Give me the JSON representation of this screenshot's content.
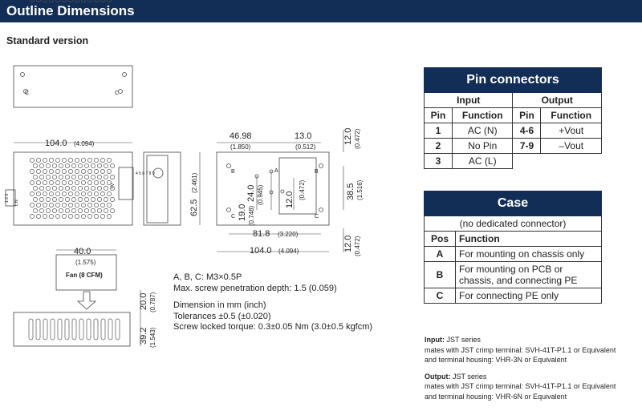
{
  "header": {
    "title": "Outline Dimensions",
    "subtitle": "Standard version"
  },
  "drawing": {
    "top_view": {
      "label_c_left": "C",
      "label_c_right": "C"
    },
    "front_view": {
      "width_mm": "104.0",
      "width_in": "(4.094)",
      "port_a_text": "+V",
      "port_b_text": "L N",
      "pins_left": "1 2 3",
      "pins_right": "4 5 6 7 8 9"
    },
    "side_view": {
      "height_mm": "62.5",
      "height_in": "(2.461)"
    },
    "bottom_view": {
      "dim_46_98": "46.98",
      "dim_46_98_in": "(1.850)",
      "dim_13_0": "13.0",
      "dim_13_0_in": "(0.512)",
      "dim_12_0_top": "12.0",
      "dim_12_0_top_in": "(0.472)",
      "dim_24_0": "24.0",
      "dim_24_0_in": "(0.945)",
      "dim_19_0": "19.0",
      "dim_19_0_in": "(0.748)",
      "dim_12_0_mid": "12.0",
      "dim_12_0_mid_in": "(0.472)",
      "dim_38_5": "38.5",
      "dim_38_5_in": "(1.516)",
      "dim_81_8": "81.8",
      "dim_81_8_in": "(3.220)",
      "dim_104_0": "104.0",
      "dim_104_0_in": "(4.094)",
      "dim_12_0_bot": "12.0",
      "dim_12_0_bot_in": "(0.472)",
      "hole_a": "A",
      "hole_b": "B",
      "hole_c": "C"
    },
    "fan_view": {
      "dim_40_0": "40.0",
      "dim_40_0_in": "(1.575)",
      "fan_label": "Fan (8 CFM)",
      "dim_20_0": "20.0",
      "dim_20_0_in": "(0.787)",
      "dim_39_2": "39.2",
      "dim_39_2_in": "(1.543)"
    }
  },
  "specs": {
    "screw": "A, B, C: M3×0.5P",
    "penetration": "Max. screw penetration depth: 1.5 (0.059)",
    "dimension_unit": "Dimension in mm (inch)",
    "tolerance": "Tolerances ±0.5 (±0.020)",
    "torque": "Screw locked torque: 0.3±0.05 Nm (3.0±0.5 kgfcm)"
  },
  "pin_connectors": {
    "title": "Pin connectors",
    "input_header": "Input",
    "output_header": "Output",
    "col_pin": "Pin",
    "col_function": "Function",
    "input_rows": [
      {
        "pin": "1",
        "function": "AC (N)"
      },
      {
        "pin": "2",
        "function": "No Pin"
      },
      {
        "pin": "3",
        "function": "AC (L)"
      }
    ],
    "output_rows": [
      {
        "pin": "4-6",
        "function": "+Vout"
      },
      {
        "pin": "7-9",
        "function": "–Vout"
      }
    ]
  },
  "case": {
    "title": "Case",
    "subtitle": "(no dedicated connector)",
    "col_pos": "Pos",
    "col_function": "Function",
    "rows": [
      {
        "pos": "A",
        "function": "For mounting on chassis only"
      },
      {
        "pos": "B",
        "function": "For mounting on PCB or chassis, and connecting PE"
      },
      {
        "pos": "C",
        "function": "For connecting PE only"
      }
    ]
  },
  "notes": {
    "input_label": "Input:",
    "input_series": " JST series",
    "input_line1": "mates with JST crimp terminal: SVH-41T-P1.1 or Equivalent",
    "input_line2": "and terminal housing: VHR-3N or Equivalent",
    "output_label": "Output:",
    "output_series": " JST series",
    "output_line1": "mates with JST crimp terminal: SVH-41T-P1.1 or Equivalent",
    "output_line2": "and terminal housing: VHR-6N or Equivalent"
  },
  "colors": {
    "header_bg": "#132e56",
    "header_text": "#ffffff"
  }
}
